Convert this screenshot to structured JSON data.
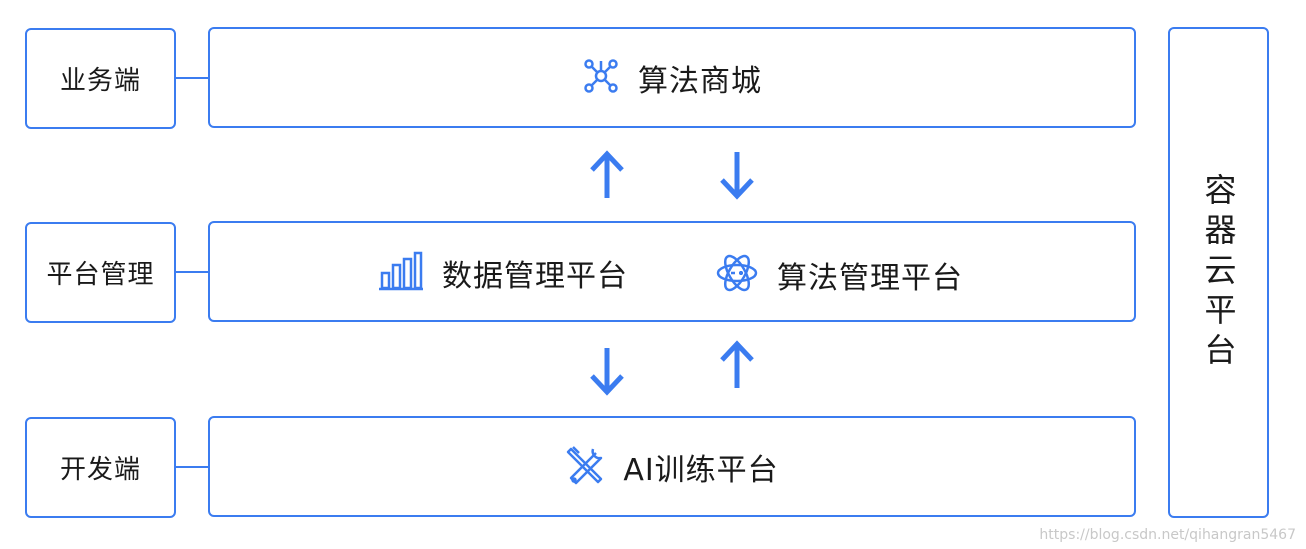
{
  "left_labels": {
    "business": "业务端",
    "platform": "平台管理",
    "dev": "开发端"
  },
  "rows": {
    "top": {
      "label": "算法商城",
      "icon": "network-nodes-icon"
    },
    "middle": {
      "left": {
        "label": "数据管理平台",
        "icon": "bar-chart-icon"
      },
      "right": {
        "label": "算法管理平台",
        "icon": "atom-icon"
      }
    },
    "bottom": {
      "label": "AI训练平台",
      "icon": "tools-icon"
    }
  },
  "right_panel": {
    "label": "容器云平台"
  },
  "watermark": "https://blog.csdn.net/qihangran5467",
  "colors": {
    "accent": "#3b7cf0"
  }
}
